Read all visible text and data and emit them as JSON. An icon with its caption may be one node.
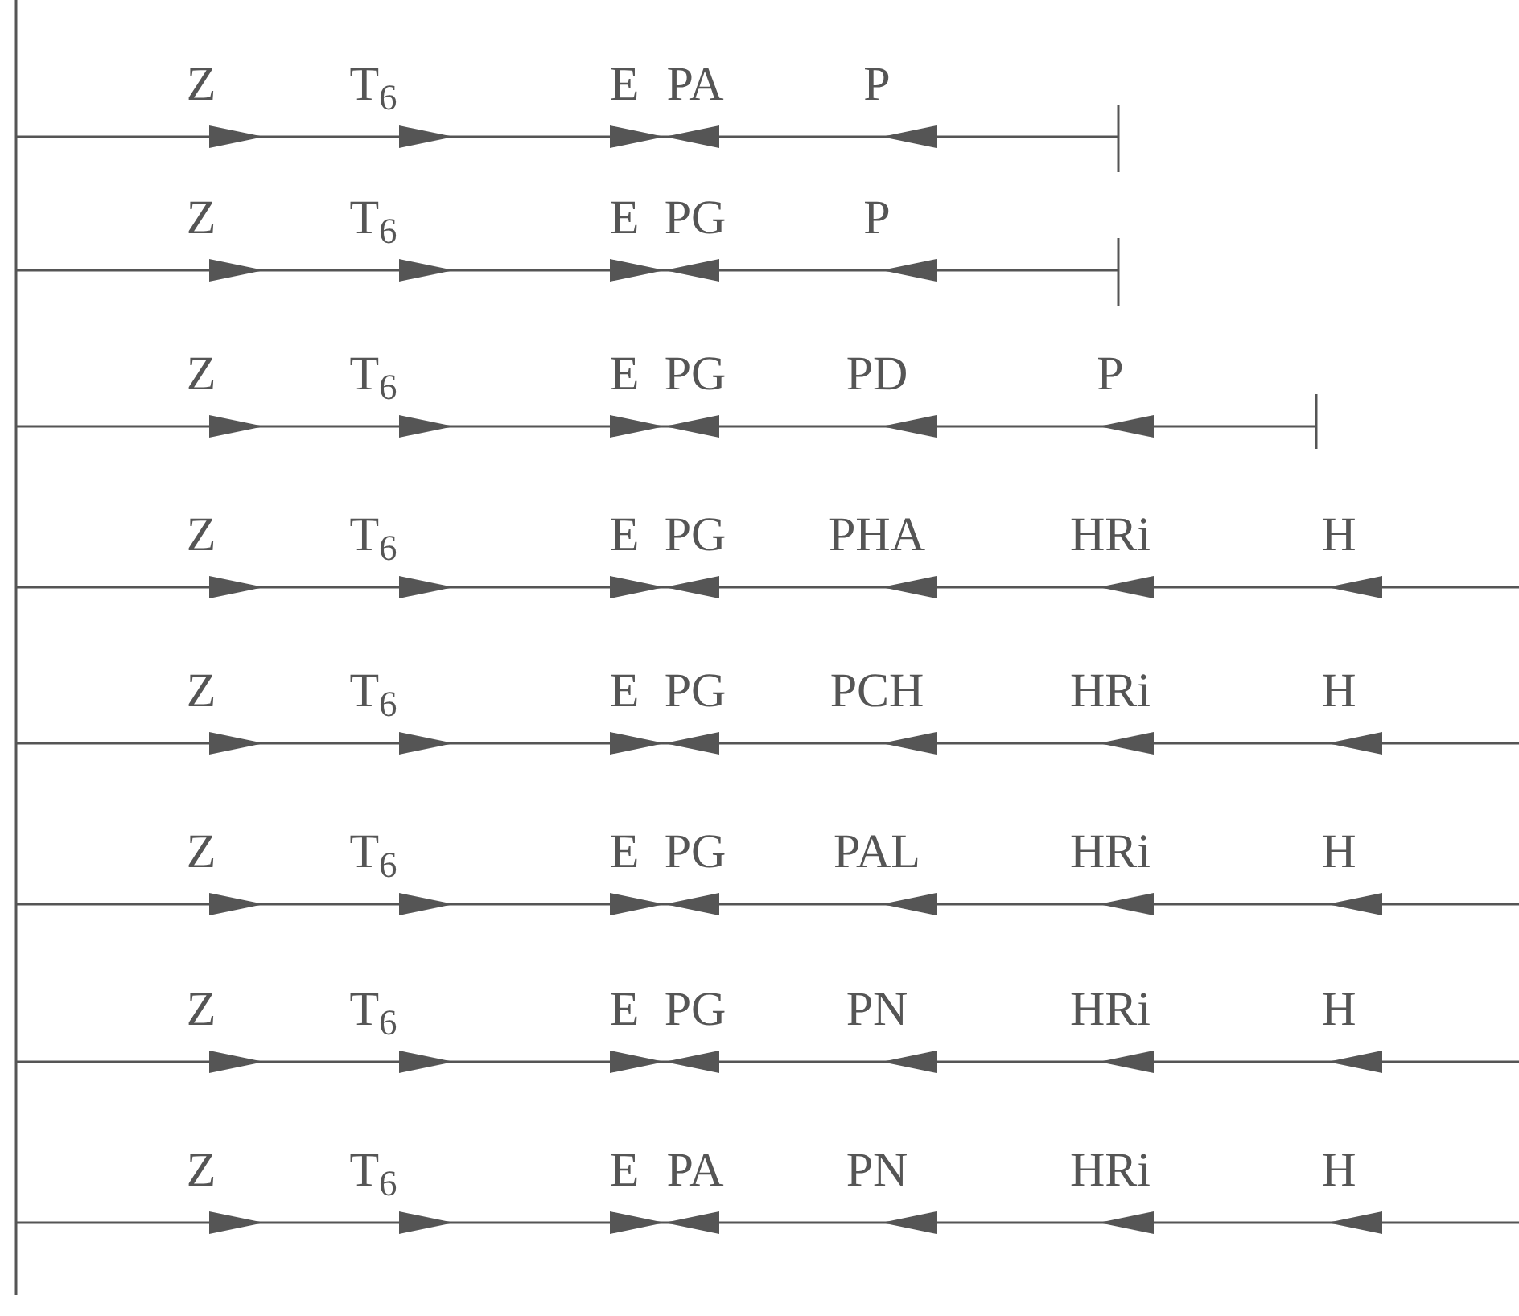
{
  "diagram": {
    "labels": [
      "Z",
      "T$_{6}$",
      "E",
      "PA",
      "P",
      "Z",
      "T$_{6}$",
      "E",
      "PG",
      "P",
      "Z",
      "T$_{6}$",
      "E",
      "PG",
      "PD",
      "P",
      "Z",
      "T$_{6}$",
      "E",
      "PG",
      "PHA",
      "HRi",
      "H",
      "Z",
      "T$_{6}$",
      "E",
      "PG",
      "PCH",
      "HRi",
      "H",
      "Z",
      "T$_{6}$",
      "E",
      "PG",
      "PAL",
      "HRi",
      "H",
      "Z",
      "T$_{6}$",
      "E",
      "PG",
      "PN",
      "HRi",
      "H",
      "Z",
      "T$_{6}$",
      "E",
      "PA",
      "PN",
      "HRi",
      "H"
    ]
  }
}
